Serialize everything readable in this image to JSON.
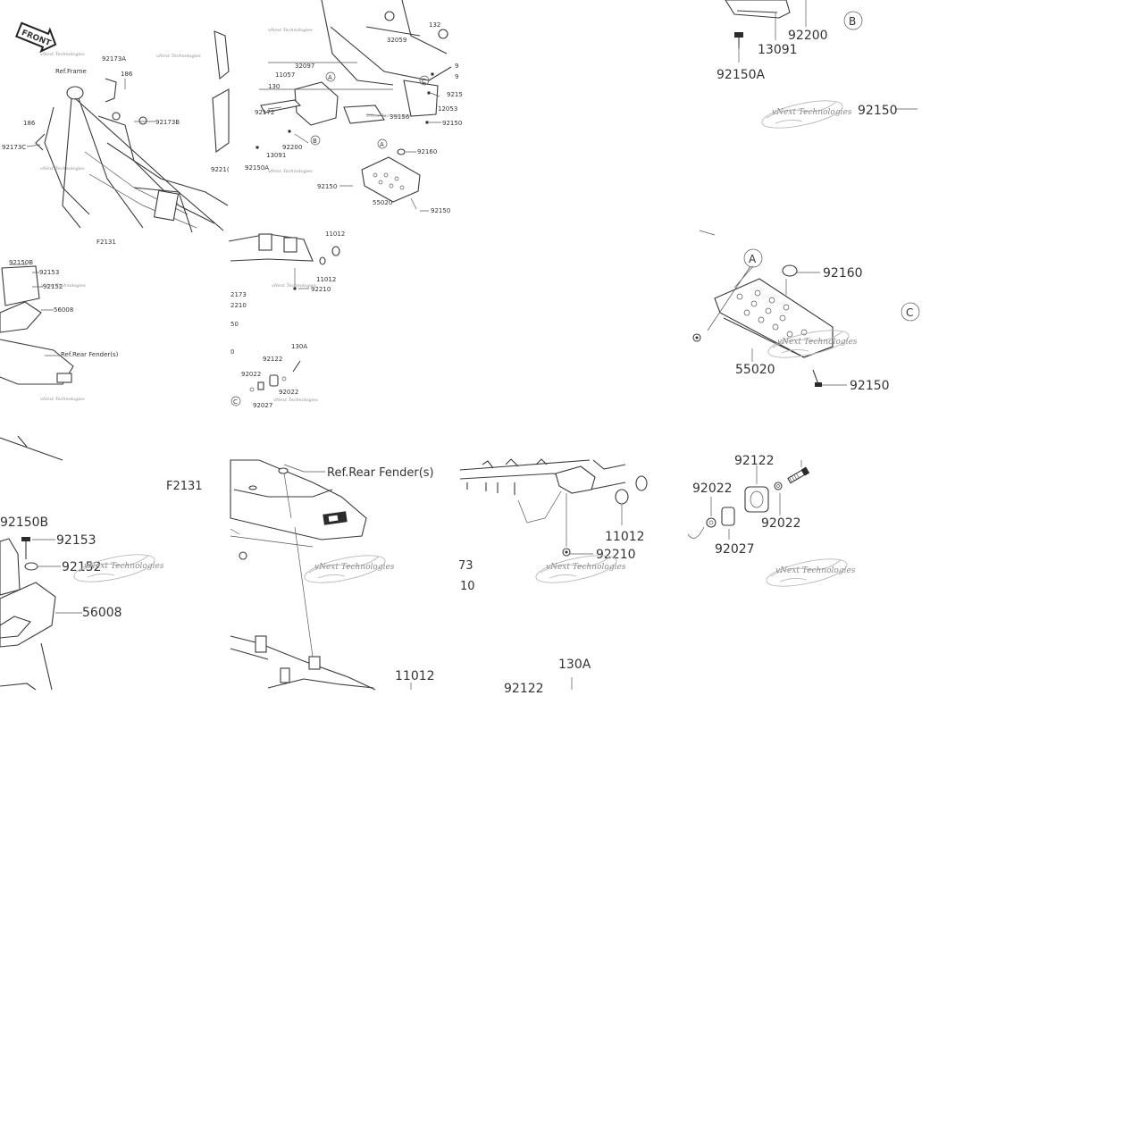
{
  "watermark": "vNext Technologies",
  "front_label": "FRONT",
  "figure_code": "F2131",
  "panels": {
    "overview": {
      "labels": {
        "ref_frame": "Ref.Frame",
        "p92173A": "92173A",
        "p186a": "186",
        "p186b": "186",
        "p92173B": "92173B",
        "p92173C": "92173C",
        "p92210_cut": "9221(",
        "p32059": "32059",
        "p132": "132",
        "p32097": "32097",
        "p11057": "11057",
        "p130": "130",
        "p92172": "92172",
        "p13091": "13091",
        "p92200": "92200",
        "p92150A": "92150A",
        "p39156": "39156",
        "p12053": "12053",
        "p9215_cut": "9215",
        "p92150_cut": "92150",
        "p9_a": "9",
        "p9_b": "9",
        "circle_A": "A",
        "circle_B": "B",
        "circle_C": "C",
        "p92160": "92160",
        "p92150_l": "92150",
        "p55020": "55020",
        "p92150_r": "92150",
        "p92150B": "92150B",
        "p92153": "92153",
        "p92152": "92152",
        "p56008": "56008",
        "ref_rear_fender": "Ref.Rear Fender(s)",
        "p11012_a": "11012",
        "p11012_b": "11012",
        "p92210": "92210",
        "p2173_cut": "2173",
        "p2210_cut": "2210",
        "p50_cut": "50",
        "p0_cut": "0",
        "p130A": "130A",
        "p92122": "92122",
        "p92022_a": "92022",
        "p92022_b": "92022",
        "p92027": "92027",
        "circle_C2": "C"
      }
    },
    "top_right": {
      "p92200": "92200",
      "p13091": "13091",
      "p92150A": "92150A",
      "circle_B": "B",
      "p92150": "92150"
    },
    "skid_plate": {
      "circle_A": "A",
      "p92160": "92160",
      "circle_C": "C",
      "p55020": "55020",
      "p92150": "92150"
    },
    "zoom_mid_left": {
      "figure_code": "F2131",
      "p92150B": "92150B",
      "p92153": "92153",
      "p92152": "92152",
      "p56008": "56008"
    },
    "zoom_mid_center": {
      "ref_rear_fender": "Ref.Rear Fender(s)",
      "p11012": "11012"
    },
    "zoom_mid_right": {
      "p11012": "11012",
      "p92210": "92210",
      "p73_cut": "73",
      "p10_cut": "10",
      "p130A": "130A",
      "p92122_cut": "92122"
    },
    "collar_detail": {
      "p92122_cut": "92122",
      "p92022_a": "92022",
      "p92022_b": "92022",
      "p92027": "92027"
    }
  }
}
